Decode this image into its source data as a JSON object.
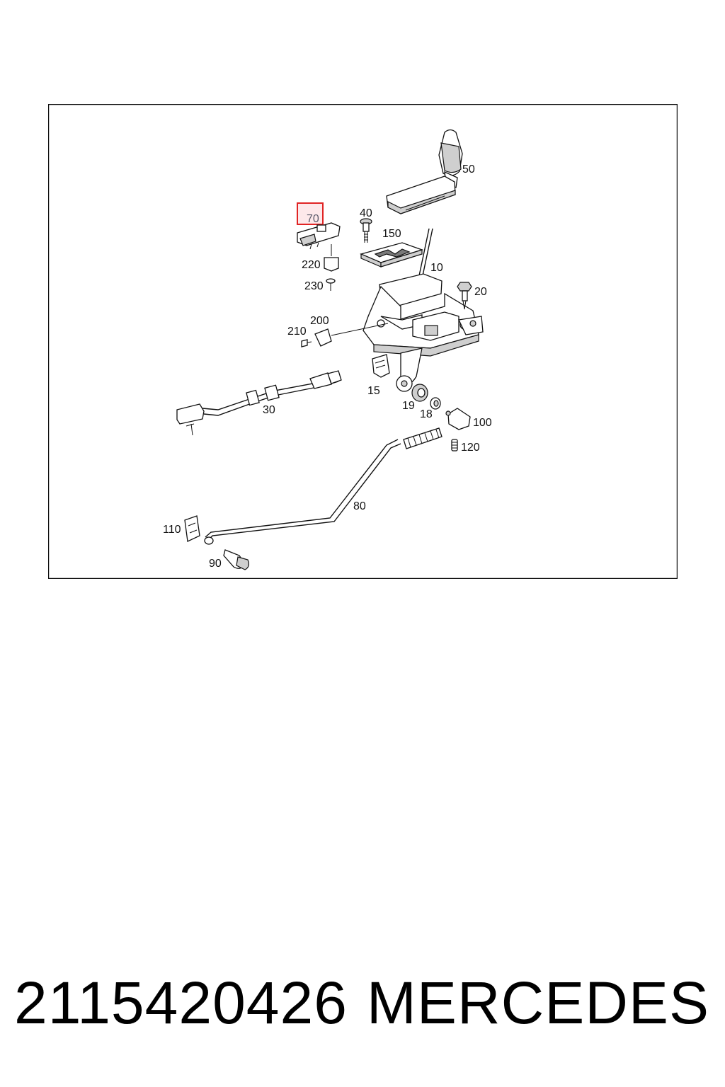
{
  "diagram": {
    "highlighted_part": "70",
    "highlight_color": "#e02424",
    "callouts": {
      "c50": "50",
      "c70": "70",
      "c40": "40",
      "c150": "150",
      "c10": "10",
      "c20": "20",
      "c220": "220",
      "c230": "230",
      "c200": "200",
      "c210": "210",
      "c15": "15",
      "c30": "30",
      "c19": "19",
      "c18": "18",
      "c100": "100",
      "c120": "120",
      "c80": "80",
      "c110": "110",
      "c90": "90"
    }
  },
  "footer": {
    "part_number": "2115420426",
    "brand": "MERCEDES"
  }
}
